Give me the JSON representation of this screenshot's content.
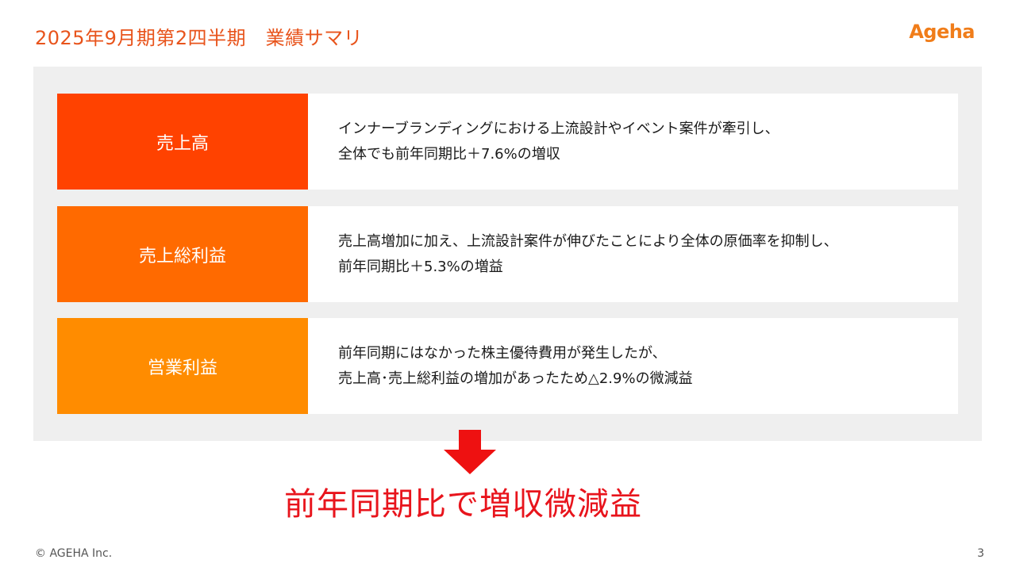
{
  "header": {
    "title": "2025年9月期第2四半期　業績サマリ",
    "logo_text": "Ageha"
  },
  "rows": [
    {
      "label": "売上高",
      "color": "#ff4200",
      "lines": [
        "インナーブランディングにおける上流設計やイベント案件が牽引し、",
        "全体でも前年同期比＋7.6%の増収"
      ]
    },
    {
      "label": "売上総利益",
      "color": "#ff6a00",
      "lines": [
        "売上高増加に加え、上流設計案件が伸びたことにより全体の原価率を抑制し、",
        "前年同期比＋5.3%の増益"
      ]
    },
    {
      "label": "営業利益",
      "color": "#ff8c00",
      "lines": [
        "前年同期にはなかった株主優待費用が発生したが、",
        "売上高･売上総利益の増加があったため△2.9%の微減益"
      ]
    }
  ],
  "conclusion": "前年同期比で増収微減益",
  "footer": {
    "copyright": "© AGEHA Inc.",
    "page_number": "3"
  },
  "colors": {
    "title": "#e8541c",
    "conclusion": "#e8141c",
    "arrow": "#ee1111"
  },
  "icons": {
    "arrow": "down-arrow-icon"
  }
}
